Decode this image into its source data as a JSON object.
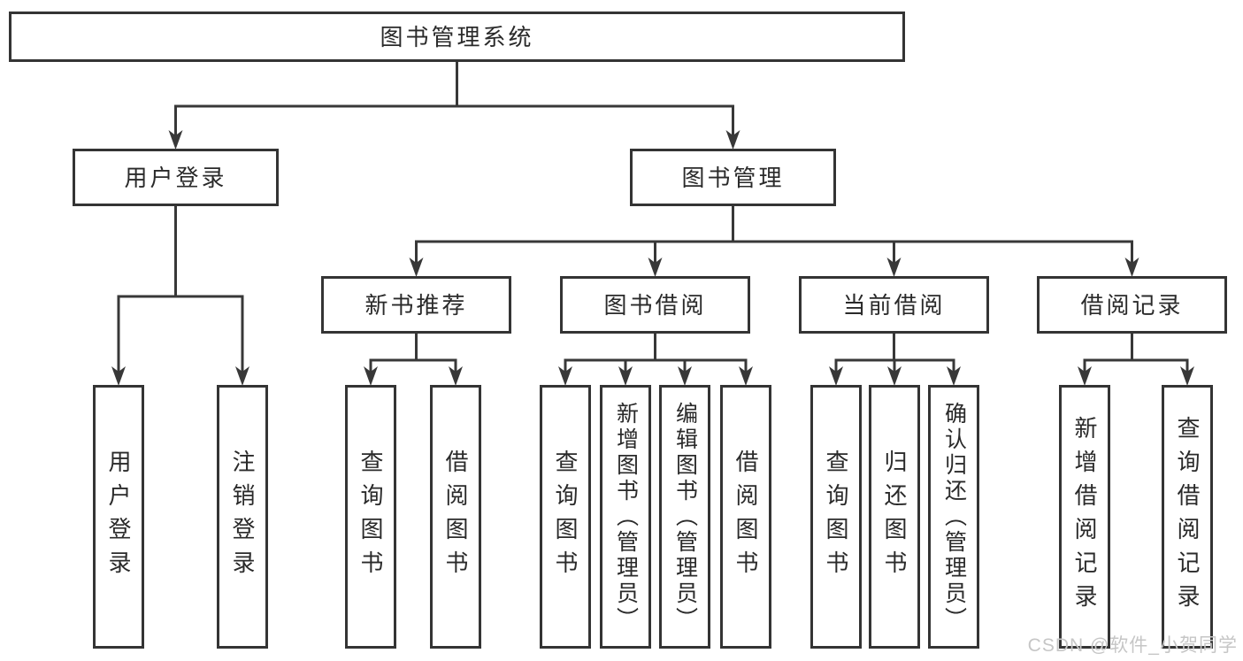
{
  "diagram": {
    "type": "tree",
    "line_color": "#383838",
    "border_color": "#343434",
    "text_color": "#2a2a2a",
    "background_color": "#ffffff",
    "nodes": [
      {
        "id": "root",
        "label": "图书管理系统",
        "level": 1,
        "parent": null,
        "orientation": "horizontal"
      },
      {
        "id": "user-login",
        "label": "用户登录",
        "level": 2,
        "parent": "root",
        "orientation": "horizontal"
      },
      {
        "id": "book-mgmt",
        "label": "图书管理",
        "level": 2,
        "parent": "root",
        "orientation": "horizontal"
      },
      {
        "id": "new-book-rec",
        "label": "新书推荐",
        "level": 3,
        "parent": "book-mgmt",
        "orientation": "horizontal"
      },
      {
        "id": "book-borrow",
        "label": "图书借阅",
        "level": 3,
        "parent": "book-mgmt",
        "orientation": "horizontal"
      },
      {
        "id": "current-borrow",
        "label": "当前借阅",
        "level": 3,
        "parent": "book-mgmt",
        "orientation": "horizontal"
      },
      {
        "id": "borrow-record",
        "label": "借阅记录",
        "level": 3,
        "parent": "book-mgmt",
        "orientation": "horizontal"
      },
      {
        "id": "ul-login",
        "label": "用户登录",
        "level": 4,
        "parent": "user-login",
        "orientation": "vertical"
      },
      {
        "id": "ul-logout",
        "label": "注销登录",
        "level": 4,
        "parent": "user-login",
        "orientation": "vertical"
      },
      {
        "id": "nb-query",
        "label": "查询图书",
        "level": 4,
        "parent": "new-book-rec",
        "orientation": "vertical"
      },
      {
        "id": "nb-borrow",
        "label": "借阅图书",
        "level": 4,
        "parent": "new-book-rec",
        "orientation": "vertical"
      },
      {
        "id": "bb-query",
        "label": "查询图书",
        "level": 4,
        "parent": "book-borrow",
        "orientation": "vertical"
      },
      {
        "id": "bb-add",
        "label": "新增图书（管理员）",
        "level": 4,
        "parent": "book-borrow",
        "orientation": "vertical"
      },
      {
        "id": "bb-edit",
        "label": "编辑图书（管理员）",
        "level": 4,
        "parent": "book-borrow",
        "orientation": "vertical"
      },
      {
        "id": "bb-borrow",
        "label": "借阅图书",
        "level": 4,
        "parent": "book-borrow",
        "orientation": "vertical"
      },
      {
        "id": "cb-query",
        "label": "查询图书",
        "level": 4,
        "parent": "current-borrow",
        "orientation": "vertical"
      },
      {
        "id": "cb-return",
        "label": "归还图书",
        "level": 4,
        "parent": "current-borrow",
        "orientation": "vertical"
      },
      {
        "id": "cb-confirm",
        "label": "确认归还（管理员）",
        "level": 4,
        "parent": "current-borrow",
        "orientation": "vertical"
      },
      {
        "id": "br-add",
        "label": "新增借阅记录",
        "level": 4,
        "parent": "borrow-record",
        "orientation": "vertical"
      },
      {
        "id": "br-query",
        "label": "查询借阅记录",
        "level": 4,
        "parent": "borrow-record",
        "orientation": "vertical"
      }
    ]
  },
  "watermark": {
    "text": "CSDN @软件_小贺同学",
    "color": "#c6c6c6"
  }
}
